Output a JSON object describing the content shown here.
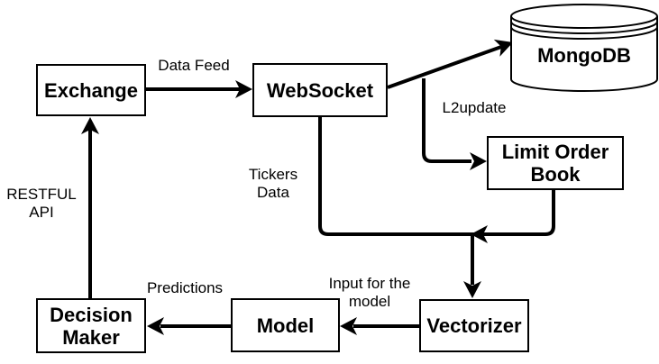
{
  "diagram": {
    "background_color": "#ffffff",
    "stroke_color": "#000000",
    "node_fill_color": "#ffffff",
    "nodes": {
      "exchange": {
        "label": "Exchange",
        "shape": "rect"
      },
      "websocket": {
        "label": "WebSocket",
        "shape": "rect"
      },
      "mongodb": {
        "label": "MongoDB",
        "shape": "cylinder"
      },
      "limit_order_book": {
        "label": "Limit Order Book",
        "shape": "rect"
      },
      "decision_maker": {
        "label": "Decision Maker",
        "shape": "rect"
      },
      "model": {
        "label": "Model",
        "shape": "rect"
      },
      "vectorizer": {
        "label": "Vectorizer",
        "shape": "rect"
      }
    },
    "edge_labels": {
      "data_feed": "Data Feed",
      "l2update": "L2update",
      "tickers_data": "Tickers Data",
      "restful_api": "RESTFUL API",
      "predictions": "Predictions",
      "input_for_model": "Input for the model"
    },
    "edges": [
      {
        "from": "Exchange",
        "to": "WebSocket",
        "label": "Data Feed"
      },
      {
        "from": "WebSocket",
        "to": "MongoDB",
        "label": ""
      },
      {
        "from": "WebSocket",
        "to": "Limit Order Book",
        "label": "L2update"
      },
      {
        "from": "WebSocket",
        "to": "Vectorizer",
        "label": "Tickers Data"
      },
      {
        "from": "Limit Order Book",
        "to": "Vectorizer",
        "label": ""
      },
      {
        "from": "Vectorizer",
        "to": "Model",
        "label": "Input for the model"
      },
      {
        "from": "Model",
        "to": "Decision Maker",
        "label": "Predictions"
      },
      {
        "from": "Decision Maker",
        "to": "Exchange",
        "label": "RESTFUL API"
      }
    ]
  }
}
